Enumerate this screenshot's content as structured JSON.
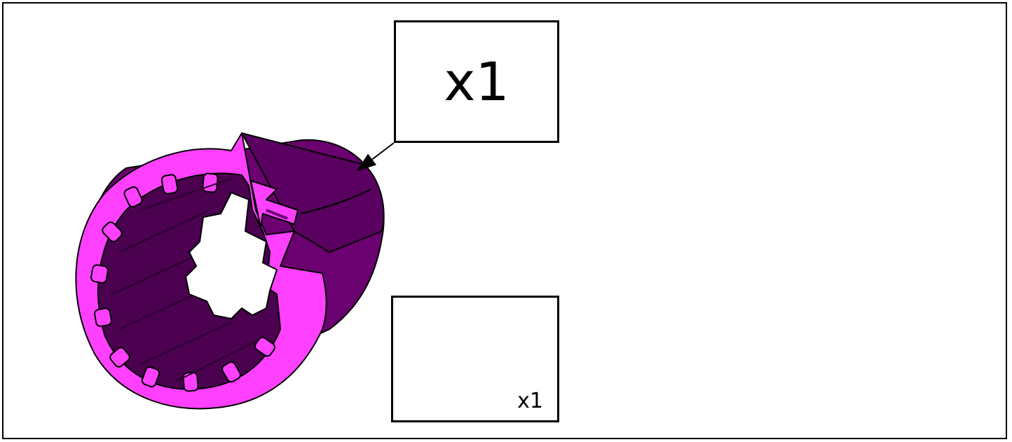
{
  "callout": {
    "quantity_label": "x1"
  },
  "cable_tie_panel": {
    "quantity_label": "x1"
  },
  "colors": {
    "part_face": "#ff40ff",
    "part_shadow": "#6b0070",
    "part_dark": "#4b0050",
    "outline": "#000000"
  },
  "icons": [
    "grommet-part",
    "leader-arrow",
    "cable-tie-icon"
  ]
}
